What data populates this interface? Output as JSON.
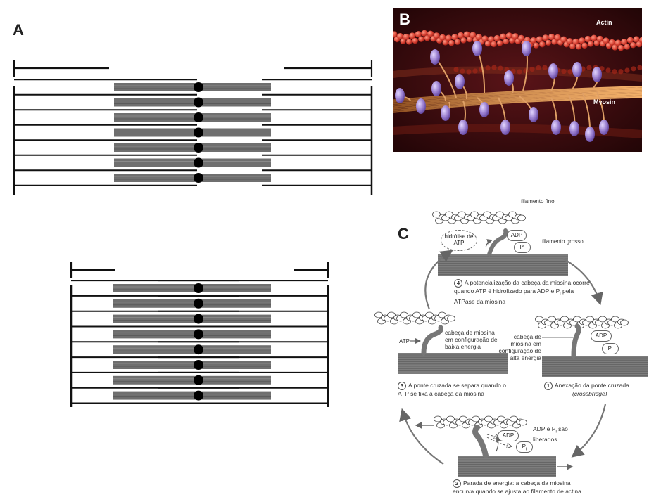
{
  "panels": {
    "a": {
      "letter": "A"
    },
    "b": {
      "letter": "B",
      "actin_label": "Actin",
      "myosin_label": "Myosin"
    },
    "c": {
      "letter": "C"
    }
  },
  "cycle": {
    "thin_filament": "filamento fino",
    "thick_filament": "filamento grosso",
    "atp_hydrolysis": "hidrólise de ATP",
    "adp": "ADP",
    "pi": "P",
    "pi_sub": "i",
    "atp": "ATP",
    "head_low_energy": "cabeça de miosina em configuração de baixa energia",
    "head_high_energy": "cabeça de miosina em configuração de alta energia",
    "released": "ADP e P",
    "released_tail": " são liberados",
    "step1_num": "1",
    "step1_text": "Anexação da ponte cruzada",
    "step1_italic": "(crossbridge)",
    "step2_num": "2",
    "step2_text": "Parada de energia: a cabeça da miosina encurva quando se ajusta ao filamento de actina",
    "step3_num": "3",
    "step3_text": "A ponte cruzada se separa quando o ATP se fixa à cabeça da miosina",
    "step4_num": "4",
    "step4_text": "A potencialização da cabeça da miosina ocorre quando ATP é hidrolizado para ADP e P",
    "step4_tail": " pela ATPase da miosina"
  },
  "colors": {
    "thick_filament": "#6f6f6f",
    "line": "#111111",
    "actin": "#c8302a",
    "myosin_head": "#9a7fd0",
    "background_b": "#3a0a0c"
  }
}
